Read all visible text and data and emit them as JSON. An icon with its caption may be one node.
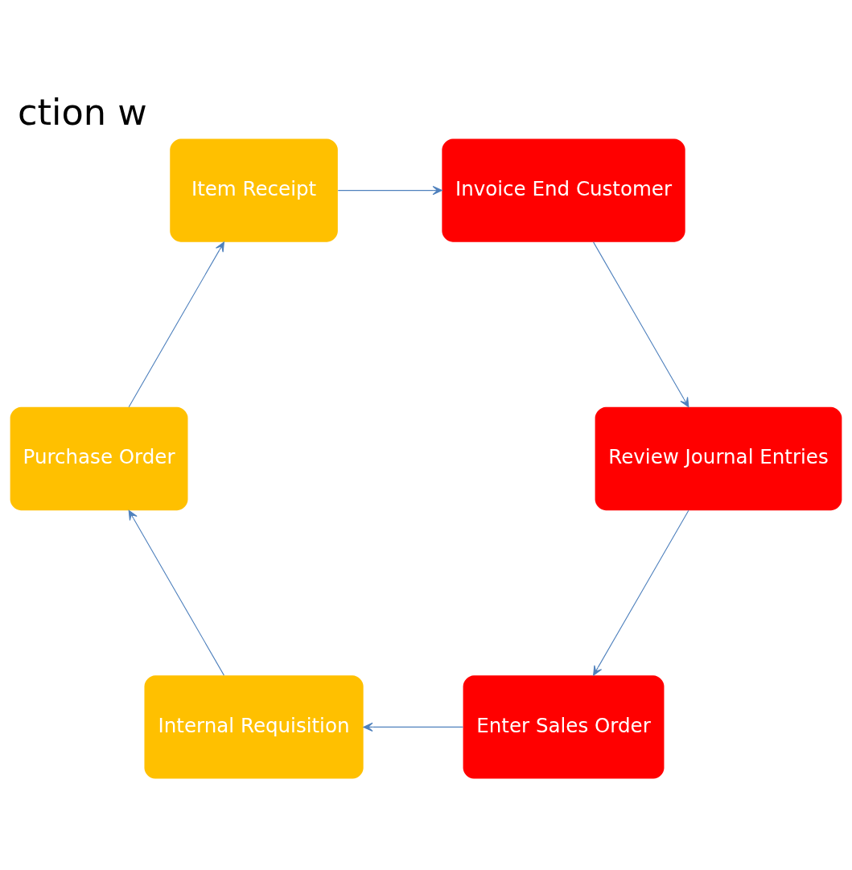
{
  "diagram": {
    "title": "ction w",
    "nodes": [
      {
        "text": [
          "Enter Sales Order"
        ]
      },
      {
        "text": [
          "Internal Requisition"
        ]
      },
      {
        "text": [
          "Purchase Order"
        ]
      },
      {
        "text": [
          "Item Receipt"
        ]
      },
      {
        "text": [
          "Invoice End Customer"
        ]
      },
      {
        "text": [
          "Review Journal Entries"
        ]
      }
    ],
    "edges": [
      {
        "from": 0,
        "to": 1,
        "arrow": "to"
      },
      {
        "from": 1,
        "to": 2,
        "arrow": "to"
      },
      {
        "from": 2,
        "to": 3,
        "arrow": "to"
      },
      {
        "from": 3,
        "to": 4,
        "arrow": "to"
      },
      {
        "from": 4,
        "to": 5,
        "arrow": "to"
      },
      {
        "from": 5,
        "to": 0,
        "arrow": "to"
      }
    ]
  }
}
